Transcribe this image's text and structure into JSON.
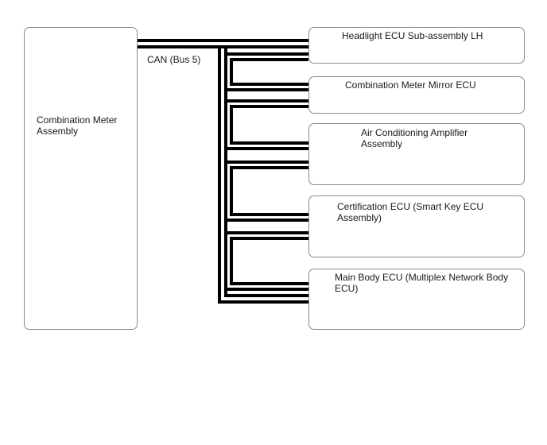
{
  "diagram": {
    "main_unit": "Combination Meter Assembly",
    "bus_label": "CAN (Bus 5)",
    "ecus": [
      "Headlight ECU Sub-assembly LH",
      "Combination Meter Mirror ECU",
      "Air Conditioning Amplifier Assembly",
      "Certification ECU (Smart Key ECU Assembly)",
      "Main Body ECU (Multiplex Network Body ECU)"
    ]
  }
}
